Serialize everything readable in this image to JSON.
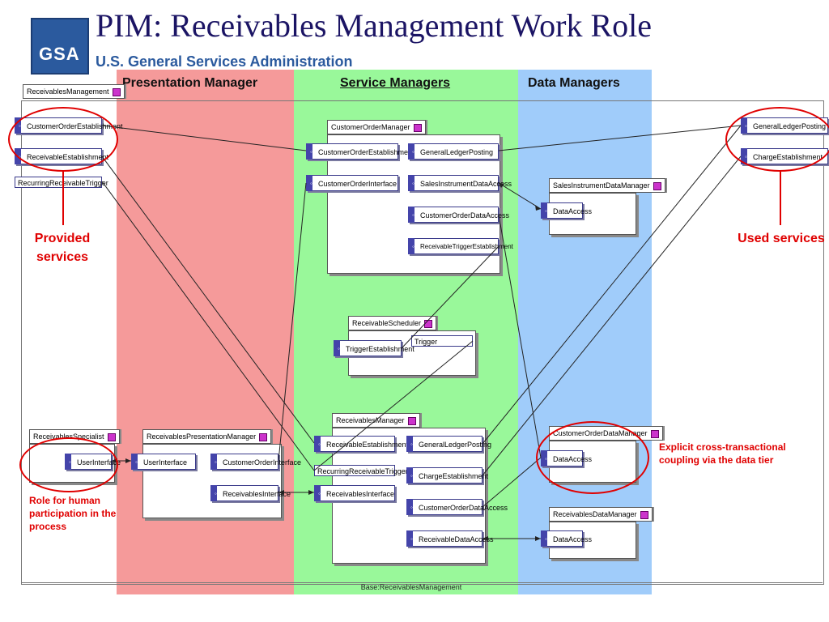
{
  "title": "PIM: Receivables Management Work Role",
  "logo": {
    "text": "GSA",
    "subtitle": "U.S. General Services Administration"
  },
  "lanes": {
    "presentation": "Presentation Manager",
    "service": "Service Managers",
    "data": "Data Managers"
  },
  "colors": {
    "presentation": "#f59a9a",
    "service": "#99f89a",
    "data": "#a0ccfa",
    "accent": "#e00000"
  },
  "packages": {
    "receivables_management": "ReceivablesManagement",
    "customer_order_manager": "CustomerOrderManager",
    "sales_instrument_data_manager": "SalesInstrumentDataManager",
    "receivable_scheduler": "ReceivableScheduler",
    "receivables_manager": "ReceivablesManager",
    "receivables_specialist": "ReceivablesSpecialist",
    "receivables_presentation_manager": "ReceivablesPresentationManager",
    "customer_order_data_manager": "CustomerOrderDataManager",
    "receivables_data_manager": "ReceivablesDataManager"
  },
  "ports": {
    "provided_customer_order_establishment": "CustomerOrderEstablishment",
    "provided_receivable_establishment": "ReceivableEstablishment",
    "provided_recurring_receivable_trigger": "RecurringReceivableTrigger",
    "used_general_ledger_posting": "GeneralLedgerPosting",
    "used_charge_establishment": "ChargeEstablishment",
    "com_customer_order_establishment": "CustomerOrderEstablishment",
    "com_customer_order_interface": "CustomerOrderInterface",
    "com_general_ledger_posting": "GeneralLedgerPosting",
    "com_sales_instrument_data_access": "SalesInstrumentDataAccess",
    "com_customer_order_data_access": "CustomerOrderDataAccess",
    "com_receivable_trigger_establishment": "ReceivableTriggerEstablishment",
    "sidm_data_access": "DataAccess",
    "rs_trigger_establishment": "TriggerEstablishment",
    "rs_trigger": "Trigger",
    "rm_receivable_establishment": "ReceivableEstablishment",
    "rm_recurring_receivable_trigger": "RecurringReceivableTrigger",
    "rm_receivables_interface": "ReceivablesInterface",
    "rm_general_ledger_posting": "GeneralLedgerPosting",
    "rm_charge_establishment": "ChargeEstablishment",
    "rm_customer_order_data_access": "CustomerOrderDataAccess",
    "rm_receivable_data_access": "ReceivableDataAccess",
    "spec_user_interface": "UserInterface",
    "rpm_user_interface": "UserInterface",
    "rpm_customer_order_interface": "CustomerOrderInterface",
    "rpm_receivables_interface": "ReceivablesInterface",
    "codm_data_access": "DataAccess",
    "rdm_data_access": "DataAccess"
  },
  "annotations": {
    "provided_services": "Provided services",
    "used_services": "Used services",
    "human_role": "Role for human participation in the process",
    "cross_coupling": "Explicit cross-transactional coupling via the data tier"
  },
  "base_label": "Base:ReceivablesManagement"
}
